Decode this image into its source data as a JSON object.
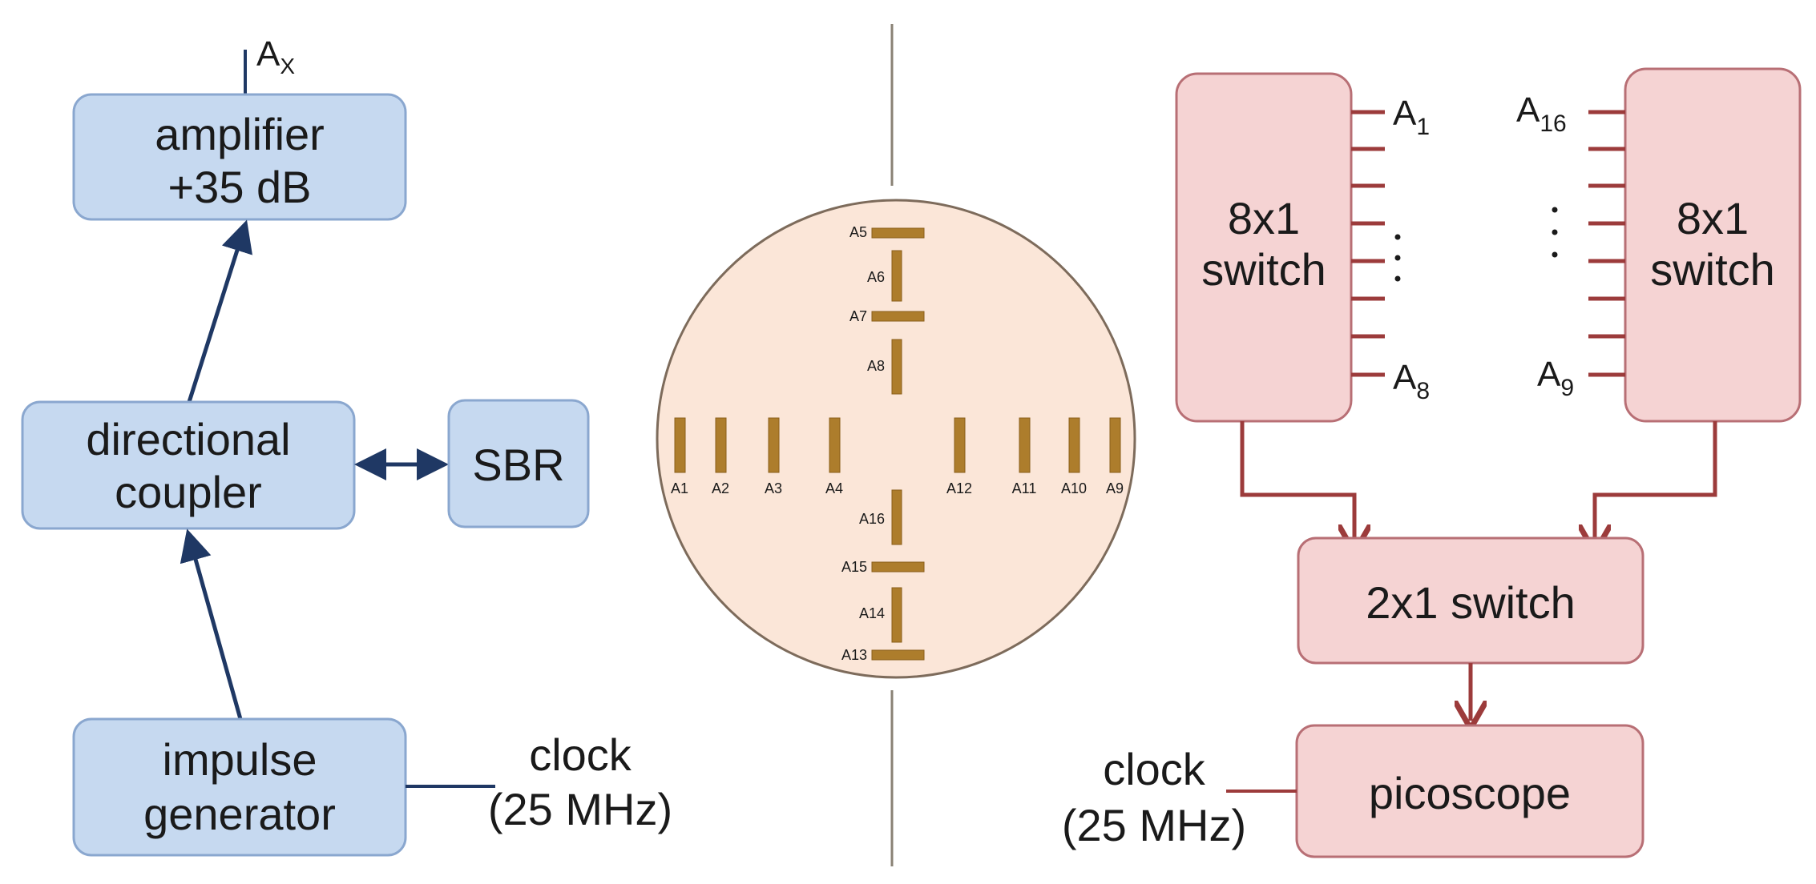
{
  "left_chain": {
    "output_label": "A",
    "output_sub": "X",
    "amplifier": {
      "line1": "amplifier",
      "line2": "+35 dB"
    },
    "coupler": {
      "line1": "directional",
      "line2": "coupler"
    },
    "sbr": "SBR",
    "impulse": {
      "line1": "impulse",
      "line2": "generator"
    },
    "clock": {
      "line1": "clock",
      "line2": "(25 MHz)"
    }
  },
  "antenna_array": {
    "vertical_top": [
      "A5",
      "A6",
      "A7",
      "A8"
    ],
    "horizontal_row": [
      "A1",
      "A2",
      "A3",
      "A4",
      "A12",
      "A11",
      "A10",
      "A9"
    ],
    "vertical_bottom": [
      "A16",
      "A15",
      "A14",
      "A13"
    ]
  },
  "right_chain": {
    "switch_left": {
      "line1": "8x1",
      "line2": "switch"
    },
    "switch_right": {
      "line1": "8x1",
      "line2": "switch"
    },
    "left_top_port": {
      "base": "A",
      "sub": "1"
    },
    "left_bottom_port": {
      "base": "A",
      "sub": "8"
    },
    "right_top_port": {
      "base": "A",
      "sub": "16"
    },
    "right_bottom_port": {
      "base": "A",
      "sub": "9"
    },
    "switch_2x1": "2x1 switch",
    "picoscope": "picoscope",
    "clock": {
      "line1": "clock",
      "line2": "(25 MHz)"
    }
  },
  "colors": {
    "blue_fill": "#c6d9f0",
    "pink_fill": "#f5d3d3",
    "circle_fill": "#fbe6d8",
    "antenna": "#ad7d2c",
    "blue_arrow": "#1f3864",
    "red_arrow": "#9c3b3b"
  }
}
